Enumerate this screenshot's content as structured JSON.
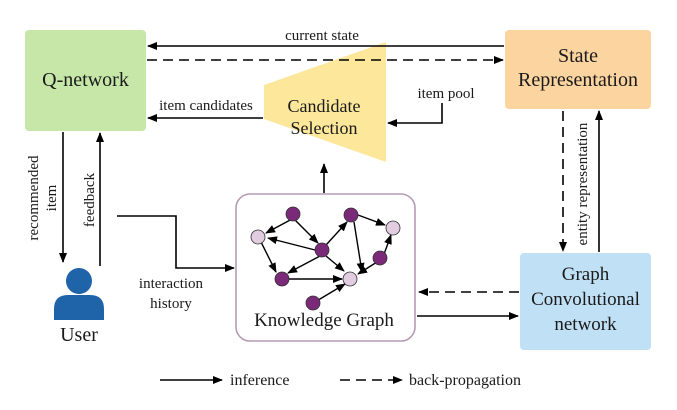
{
  "colors": {
    "q_network_fill": "#c6e7a8",
    "state_fill": "#fcd4a0",
    "candidate_fill": "#fce79a",
    "gcn_fill": "#c0e0f5",
    "user_icon": "#1f63a8",
    "kg_border": "#b79bb6",
    "kg_node_dark": "#7a2a78",
    "kg_node_light": "#e2cde0",
    "edge": "#000000"
  },
  "nodes": {
    "q_network": "Q-network",
    "state_representation": [
      "State",
      "Representation"
    ],
    "candidate_selection": [
      "Candidate",
      "Selection"
    ],
    "knowledge_graph": "Knowledge Graph",
    "gcn": [
      "Graph",
      "Convolutional",
      "network"
    ],
    "user": "User"
  },
  "edges": {
    "current_state": "current state",
    "item_candidates": "item candidates",
    "item_pool": "item pool",
    "recommended_item": [
      "recommended",
      "item"
    ],
    "feedback": "feedback",
    "interaction_history": [
      "interaction",
      "history"
    ],
    "entity_representation": "entity representation"
  },
  "legend": {
    "inference": "inference",
    "back_propagation": "back-propagation"
  }
}
